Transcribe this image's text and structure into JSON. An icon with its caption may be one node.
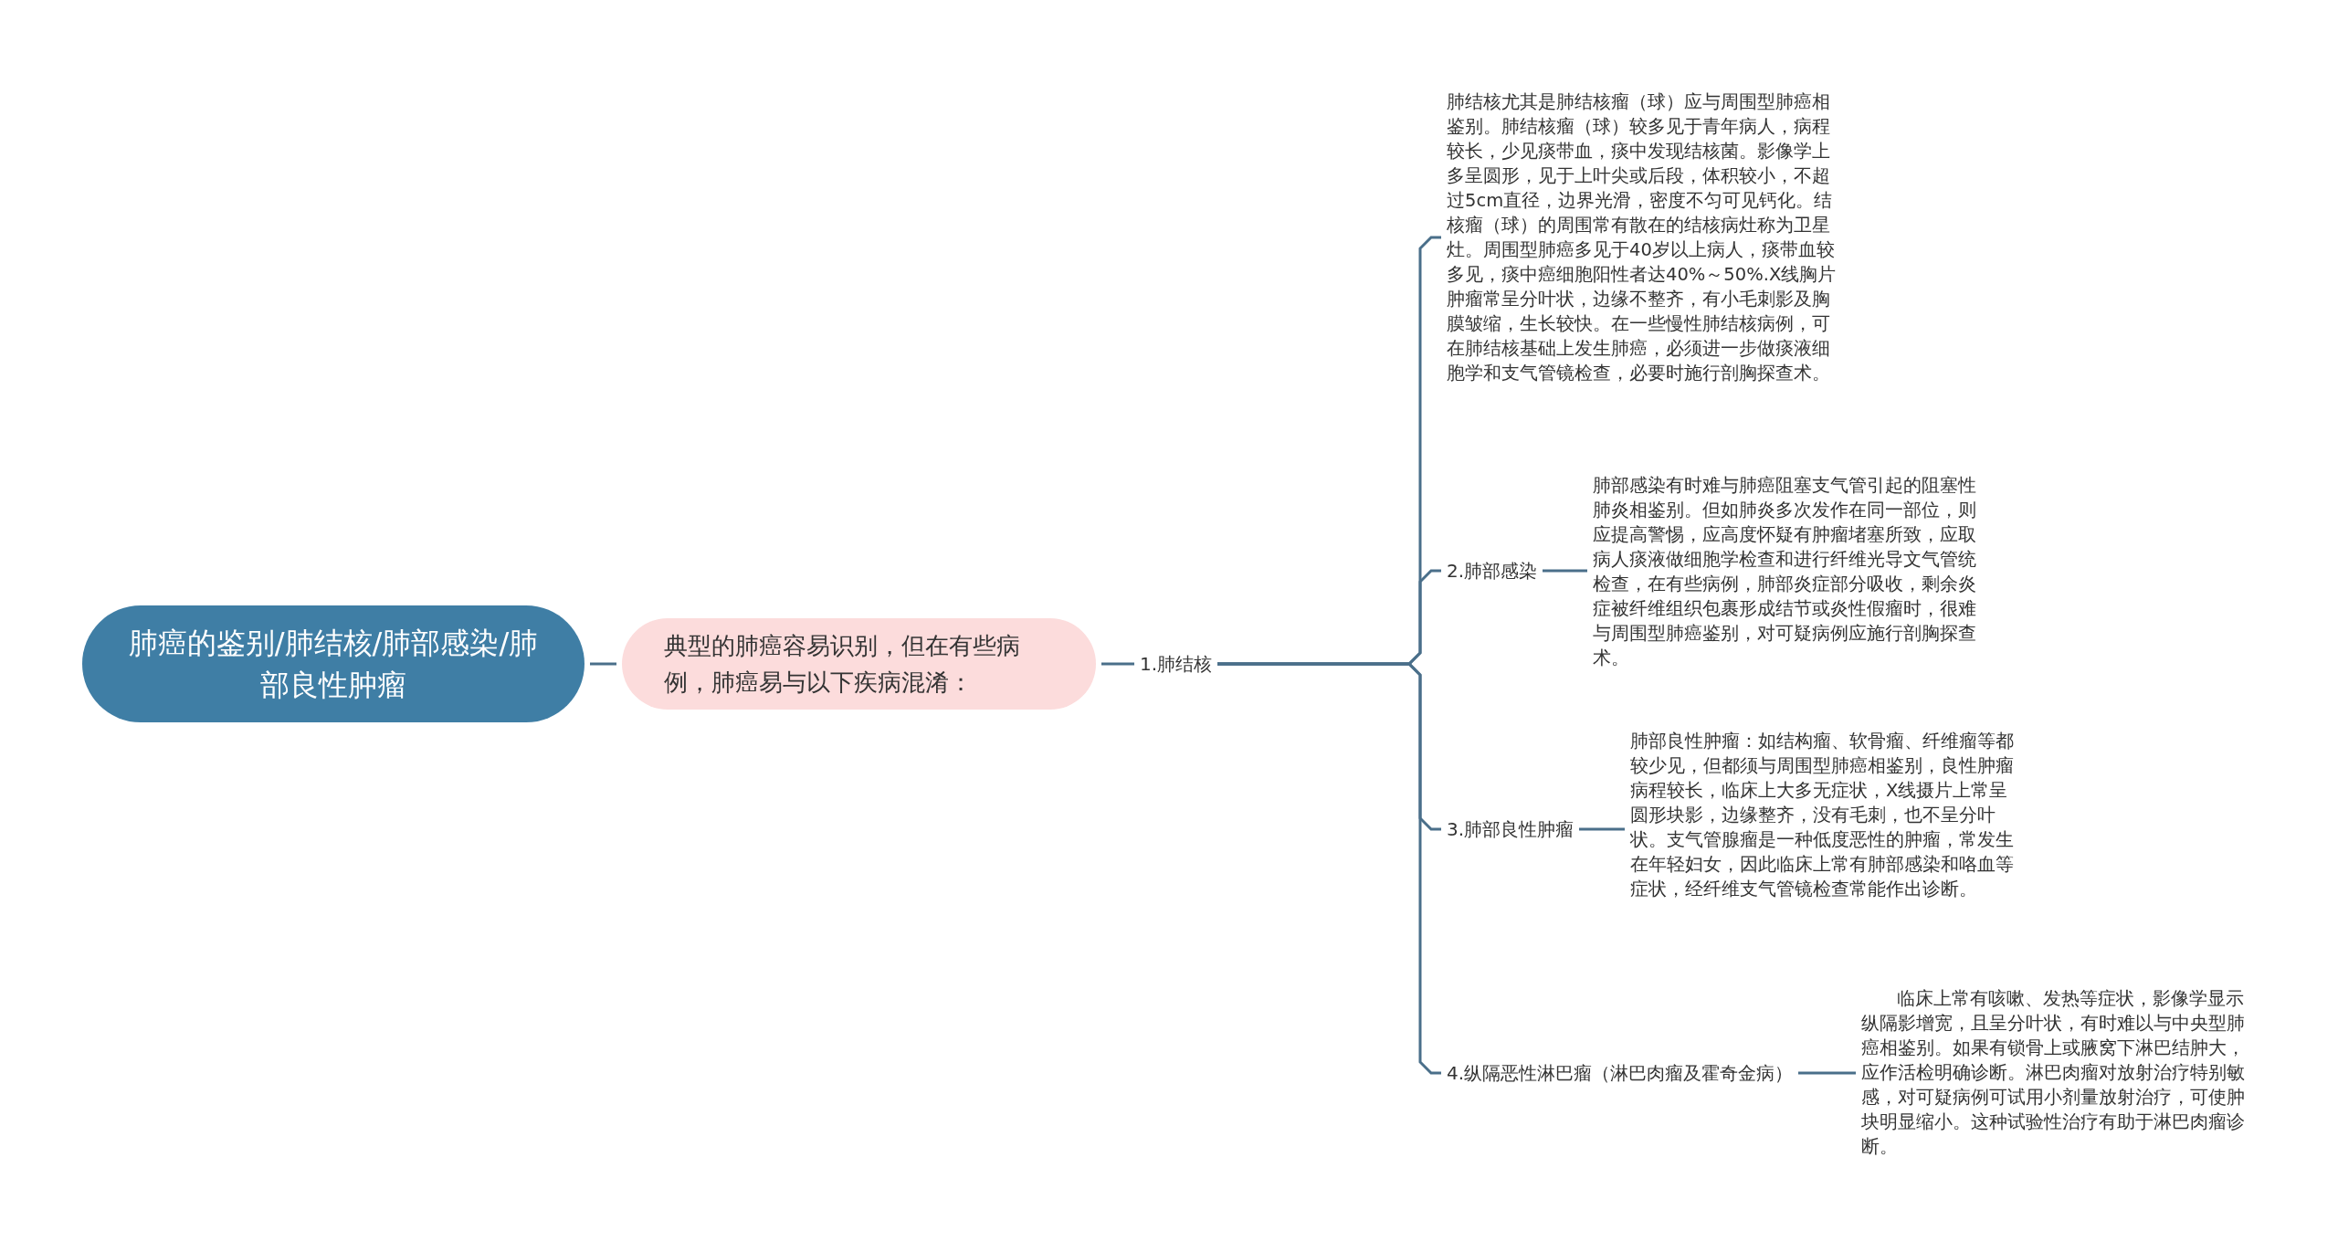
{
  "diagram": {
    "nodes": [
      {
        "text": [
          "肺癌的鉴别/肺结核/肺部感染/肺部良性肿瘤"
        ]
      },
      {
        "text": [
          "典型的肺癌容易识别，但在有些病例，肺癌易与以下疾病混淆："
        ]
      },
      {
        "text": [
          "1.肺结核"
        ]
      },
      {
        "text": [
          "肺结核尤其是肺结核瘤（球）应与周围型肺癌相鉴别。肺结核瘤（球）较多见于青年病人，病程较长，少见痰带血，痰中发现结核菌。影像学上多呈圆形，见于上叶尖或后段，体积较小，不超过5cm直径，边界光滑，密度不匀可见钙化。结核瘤（球）的周围常有散在的结核病灶称为卫星灶。周围型肺癌多见于40岁以上病人，痰带血较多见，痰中癌细胞阳性者达40%～50%.X线胸片肿瘤常呈分叶状，边缘不整齐，有小毛刺影及胸膜皱缩，生长较快。在一些慢性肺结核病例，可在肺结核基础上发生肺癌，必须进一步做痰液细胞学和支气管镜检查，必要时施行剖胸探查术。"
        ]
      },
      {
        "text": [
          "2.肺部感染"
        ]
      },
      {
        "text": [
          "肺部感染有时难与肺癌阻塞支气管引起的阻塞性肺炎相鉴别。但如肺炎多次发作在同一部位，则应提高警惕，应高度怀疑有肿瘤堵塞所致，应取病人痰液做细胞学检查和进行纤维光导文气管统检查，在有些病例，肺部炎症部分吸收，剩余炎症被纤维组织包裹形成结节或炎性假瘤时，很难与周围型肺癌鉴别，对可疑病例应施行剖胸探查术。"
        ]
      },
      {
        "text": [
          "3.肺部良性肿瘤"
        ]
      },
      {
        "text": [
          "肺部良性肿瘤：如结构瘤、软骨瘤、纤维瘤等都较少见，但都须与周围型肺癌相鉴别，良性肿瘤病程较长，临床上大多无症状，X线摄片上常呈圆形块影，边缘整齐，没有毛刺，也不呈分叶状。支气管腺瘤是一种低度恶性的肿瘤，常发生在年轻妇女，因此临床上常有肺部感染和咯血等症状，经纤维支气管镜检查常能作出诊断。"
        ]
      },
      {
        "text": [
          "4.纵隔恶性淋巴瘤（淋巴肉瘤及霍奇金病）"
        ]
      },
      {
        "text": [
          "临床上常有咳嗽、发热等症状，影像学显示纵隔影增宽，且呈分叶状，有时难以与中央型肺癌相鉴别。如果有锁骨上或腋窝下淋巴结肿大，应作活检明确诊断。淋巴肉瘤对放射治疗特别敏感，对可疑病例可试用小剂量放射治疗，可使肿块明显缩小。这种试验性治疗有助于淋巴肉瘤诊断。"
        ]
      }
    ],
    "edges": [
      {
        "from": 0,
        "to": 1,
        "arrow": "none"
      },
      {
        "from": 1,
        "to": 2,
        "arrow": "none"
      },
      {
        "from": 2,
        "to": 3,
        "arrow": "none"
      },
      {
        "from": 2,
        "to": 4,
        "arrow": "none"
      },
      {
        "from": 2,
        "to": 6,
        "arrow": "none"
      },
      {
        "from": 2,
        "to": 8,
        "arrow": "none"
      },
      {
        "from": 4,
        "to": 5,
        "arrow": "none"
      },
      {
        "from": 6,
        "to": 7,
        "arrow": "none"
      },
      {
        "from": 8,
        "to": 9,
        "arrow": "none"
      }
    ]
  }
}
